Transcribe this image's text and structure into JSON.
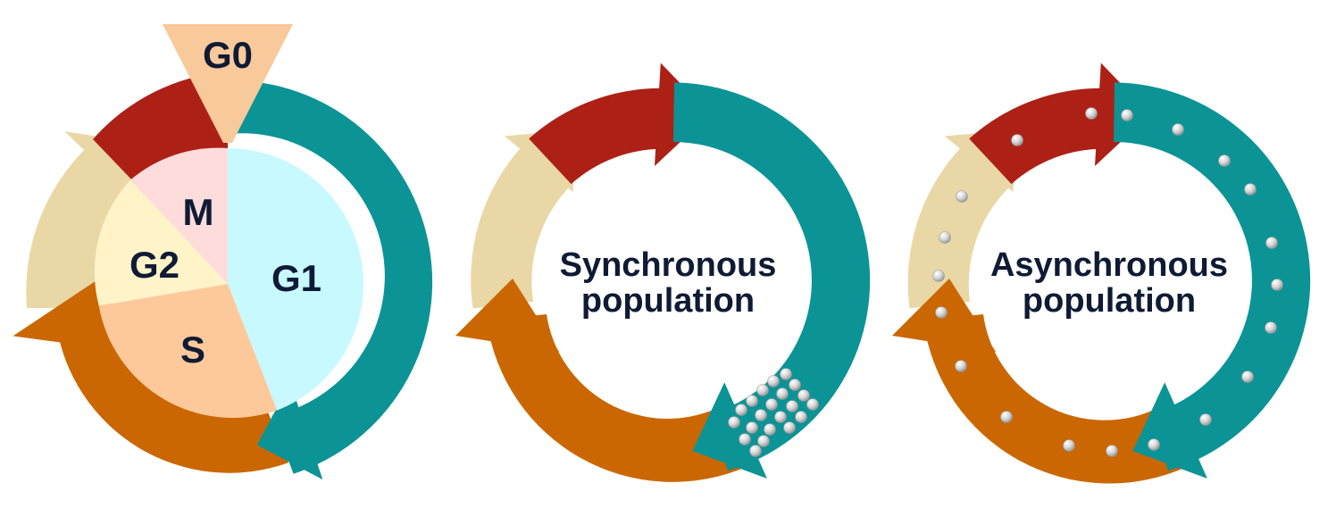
{
  "colors": {
    "M": "#ad2015",
    "G1": "#0c9396",
    "S": "#ca6702",
    "G2": "#e9d8a6",
    "G0": "#f8c99a",
    "text": "#0f1b35",
    "wedge_M": "#ffdcdc",
    "wedge_G1": "#c8f9ff",
    "wedge_S": "#fdc99b",
    "wedge_G2": "#fff3c8"
  },
  "cell_cycle": {
    "g0_label": "G0",
    "m_label": "M",
    "g1_label": "G1",
    "s_label": "S",
    "g2_label": "G2"
  },
  "synchronous": {
    "caption_line1": "Synchronous",
    "caption_line2": "population"
  },
  "asynchronous": {
    "caption_line1": "Asynchronous",
    "caption_line2": "population"
  },
  "icons": [
    "cell-dot-icon",
    "arrow-icon"
  ]
}
